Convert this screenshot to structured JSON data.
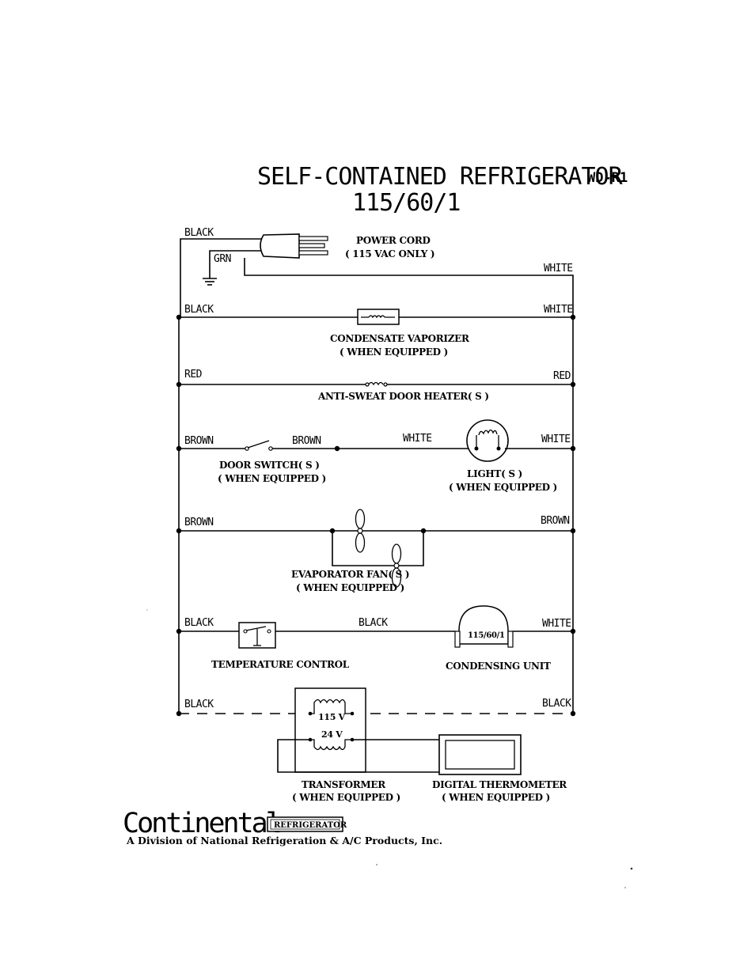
{
  "title": {
    "line1": "SELF-CONTAINED REFRIGERATOR",
    "line2": "115/60/1",
    "code": "WD-R1"
  },
  "power_cord": {
    "label1": "POWER CORD",
    "label2": "( 115 VAC ONLY )",
    "wire_black": "BLACK",
    "wire_green": "GRN",
    "wire_white": "WHITE"
  },
  "rungs": [
    {
      "left": "BLACK",
      "right": "WHITE",
      "name1": "CONDENSATE VAPORIZER",
      "name2": "( WHEN EQUIPPED )"
    },
    {
      "left": "RED",
      "right": "RED",
      "name1": "ANTI-SWEAT DOOR HEATER( S )"
    },
    {
      "left": "BROWN",
      "mid1": "BROWN",
      "mid2": "WHITE",
      "right": "WHITE",
      "switch1": "DOOR SWITCH( S )",
      "switch2": "( WHEN EQUIPPED )",
      "light1": "LIGHT( S )",
      "light2": "( WHEN EQUIPPED )"
    },
    {
      "left": "BROWN",
      "right": "BROWN",
      "name1": "EVAPORATOR FAN( S )",
      "name2": "( WHEN EQUIPPED )"
    },
    {
      "left": "BLACK",
      "mid": "BLACK",
      "right": "WHITE",
      "control": "TEMPERATURE CONTROL",
      "unit_rating": "115/60/1",
      "unit": "CONDENSING UNIT"
    },
    {
      "left": "BLACK",
      "right": "BLACK",
      "primary": "115 V",
      "secondary": "24 V",
      "xfmr1": "TRANSFORMER",
      "xfmr2": "( WHEN EQUIPPED )",
      "thermo1": "DIGITAL THERMOMETER",
      "thermo2": "( WHEN EQUIPPED )"
    }
  ],
  "brand": {
    "name": "Continental",
    "tag": "REFRIGERATOR",
    "division": "A Division of National Refrigeration & A/C Products, Inc."
  }
}
